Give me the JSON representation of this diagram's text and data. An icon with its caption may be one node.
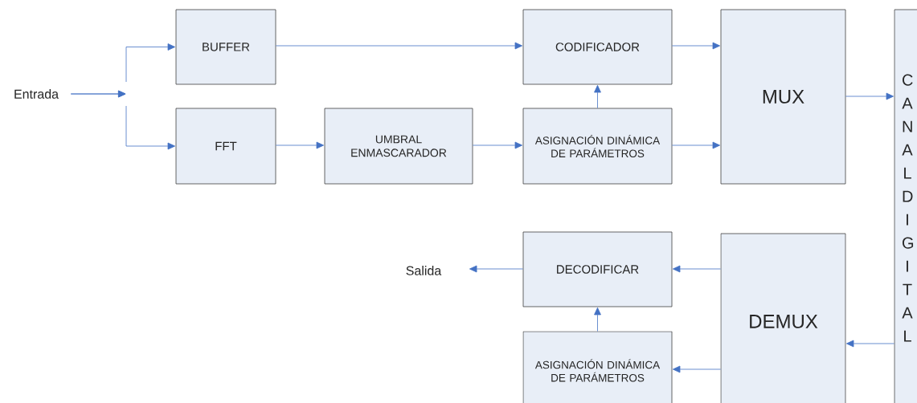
{
  "diagram": {
    "nodes": [
      {
        "text": [
          "Entrada"
        ]
      },
      {
        "text": [
          "BUFFER"
        ]
      },
      {
        "text": [
          "FFT"
        ]
      },
      {
        "text": [
          "UMBRAL ENMASCARADOR"
        ]
      },
      {
        "text": [
          "CODIFICADOR"
        ]
      },
      {
        "text": [
          "ASIGNACIÓN DINÁMICA DE PARÁMETROS"
        ]
      },
      {
        "text": [
          "MUX"
        ]
      },
      {
        "text": [
          "CANAL DIGITAL"
        ]
      },
      {
        "text": [
          "Salida"
        ]
      },
      {
        "text": [
          "DECODIFICAR"
        ]
      },
      {
        "text": [
          "ASIGNACIÓN DINÁMICA DE PARÁMETROS"
        ]
      },
      {
        "text": [
          "DEMUX"
        ]
      }
    ],
    "edges": [
      {
        "from": 0,
        "to": 1,
        "arrow": "to"
      },
      {
        "from": 0,
        "to": 2,
        "arrow": "to"
      },
      {
        "from": 1,
        "to": 4,
        "arrow": "to"
      },
      {
        "from": 2,
        "to": 3,
        "arrow": "to"
      },
      {
        "from": 3,
        "to": 5,
        "arrow": "to"
      },
      {
        "from": 5,
        "to": 4,
        "arrow": "to"
      },
      {
        "from": 4,
        "to": 6,
        "arrow": "to"
      },
      {
        "from": 5,
        "to": 6,
        "arrow": "to"
      },
      {
        "from": 6,
        "to": 7,
        "arrow": "to"
      },
      {
        "from": 7,
        "to": 11,
        "arrow": "to"
      },
      {
        "from": 11,
        "to": 9,
        "arrow": "to"
      },
      {
        "from": 11,
        "to": 10,
        "arrow": "to"
      },
      {
        "from": 10,
        "to": 9,
        "arrow": "to"
      },
      {
        "from": 9,
        "to": 8,
        "arrow": "to"
      }
    ]
  }
}
